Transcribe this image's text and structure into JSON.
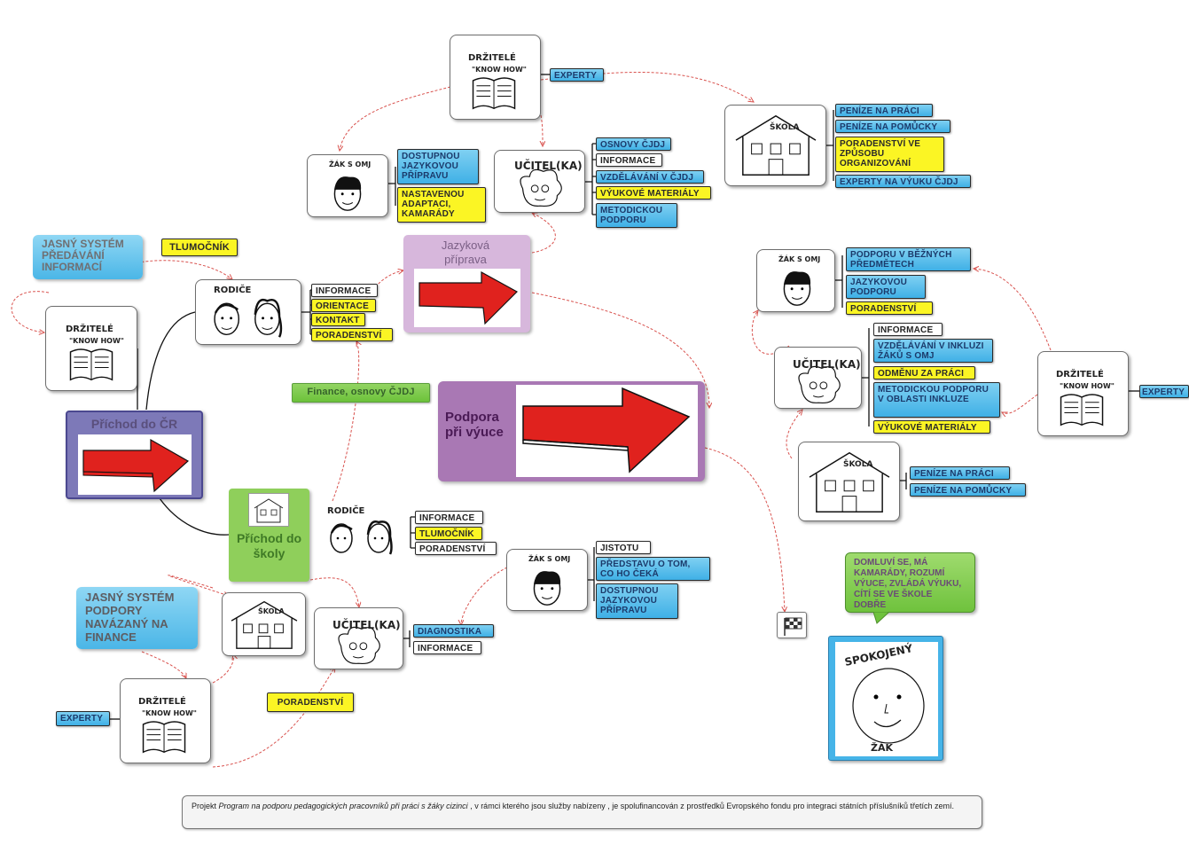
{
  "central": {
    "label": "Podpora při výuce"
  },
  "arrival": {
    "label": "Příchod do ČR"
  },
  "language": {
    "label": "Jazyková příprava"
  },
  "school_arrival": {
    "label": "Příchod do školy"
  },
  "finance_note": {
    "label": "Finance, osnovy ČJDJ"
  },
  "left": {
    "callout": "JASNÝ SYSTÉM PŘEDÁVÁNÍ INFORMACÍ",
    "interpreter": "TLUMOČNÍK",
    "parents_tags": [
      "INFORMACE",
      "ORIENTACE",
      "KONTAKT",
      "PORADENSTVÍ"
    ]
  },
  "top": {
    "experts": "EXPERTY",
    "student_tags": [
      "DOSTUPNOU JAZYKOVOU PŘÍPRAVU",
      "NASTAVENOU ADAPTACI, KAMARÁDY"
    ],
    "teacher_tags": [
      "OSNOVY ČJDJ",
      "INFORMACE",
      "VZDĚLÁVÁNÍ V ČJDJ",
      "VÝUKOVÉ MATERIÁLY",
      "METODICKOU PODPORU"
    ],
    "school_tags": [
      "PENÍZE NA PRÁCI",
      "PENÍZE NA POMŮCKY",
      "PORADENSTVÍ VE ZPŮSOBU ORGANIZOVÁNÍ",
      "EXPERTY NA VÝUKU ČJDJ"
    ]
  },
  "right": {
    "student_tags": [
      "PODPORU V BĚŽNÝCH PŘEDMĚTECH",
      "JAZYKOVOU PODPORU",
      "PORADENSTVÍ"
    ],
    "teacher_tags": [
      "INFORMACE",
      "VZDĚLÁVÁNÍ V INKLUZI ŽÁKŮ S OMJ",
      "ODMĚNU ZA PRÁCI",
      "METODICKOU PODPORU V OBLASTI INKLUZE",
      "VÝUKOVÉ MATERIÁLY"
    ],
    "experts": "EXPERTY",
    "school_tags": [
      "PENÍZE NA PRÁCI",
      "PENÍZE NA POMŮCKY"
    ]
  },
  "bottom": {
    "parents_tags": [
      "INFORMACE",
      "TLUMOČNÍK",
      "PORADENSTVÍ"
    ],
    "student_tags": [
      "JISTOTU",
      "PŘEDSTAVU O TOM, CO HO ČEKÁ",
      "DOSTUPNOU JAZYKOVOU PŘÍPRAVU"
    ],
    "teacher_tags": [
      "DIAGNOSTIKA",
      "INFORMACE"
    ],
    "callout": "JASNÝ SYSTÉM PODPORY NAVÁZANÝ NA FINANCE",
    "experts": "EXPERTY",
    "advice": "PORADENSTVÍ"
  },
  "outcome": {
    "callout": "DOMLUVÍ SE,  MÁ KAMARÁDY, ROZUMÍ VÝUCE, ZVLÁDÁ VÝUKU, CÍTÍ SE VE ŠKOLE DOBŘE"
  },
  "handwriting": {
    "knowhow1": "DRŽITELÉ",
    "knowhow2": "\"KNOW HOW\"",
    "student": "ŽÁK S OMJ",
    "teacher": "UČITEL(KA)",
    "parents": "RODIČE",
    "school": "ŠKOLA",
    "happy1": "SPOKOJENÝ",
    "happy2": "ŽÁK"
  },
  "footer": {
    "prefix": "Projekt",
    "title": "Program na podporu pedagogických pracovníků při práci s žáky cizinci",
    "suffix": ", v rámci kterého jsou služby nabízeny , je spolufinancován z prostředků Evropského fondu pro integraci státních příslušníků třetích zemí."
  },
  "colors": {
    "blue_tag": "#3fb0e6",
    "yellow_tag": "#fbf524",
    "green_tag": "#6cc23a",
    "purple_node": "#a978b4",
    "arrow_red": "#e0221e",
    "link_dashed": "#d9534f"
  }
}
